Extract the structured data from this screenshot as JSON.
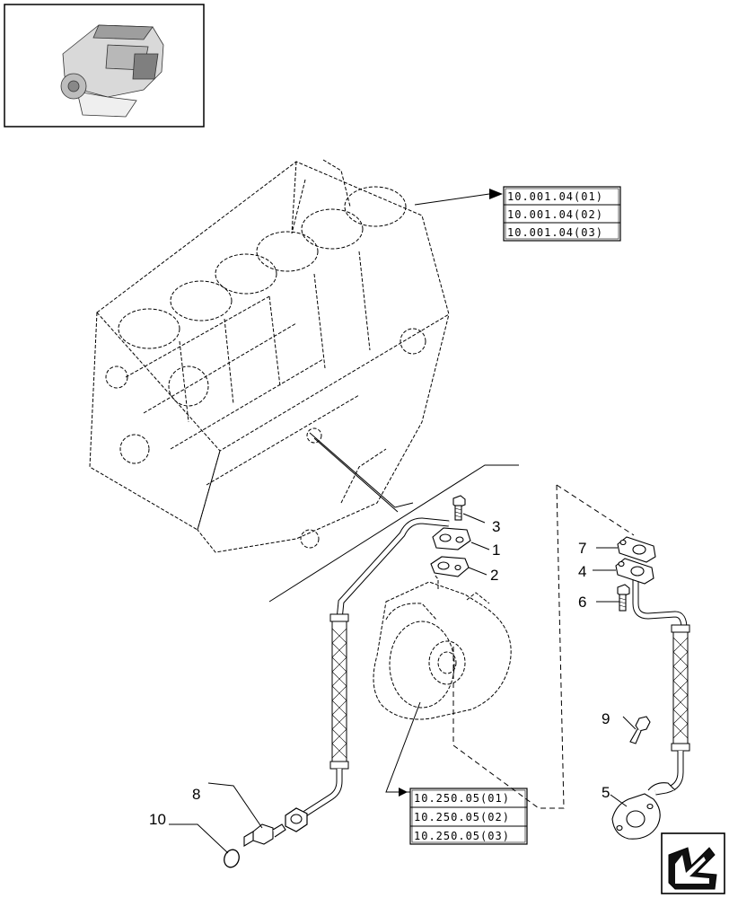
{
  "references": {
    "engine_block": [
      "10.001.04(01)",
      "10.001.04(02)",
      "10.001.04(03)"
    ],
    "turbocharger": [
      "10.250.05(01)",
      "10.250.05(02)",
      "10.250.05(03)"
    ]
  },
  "callouts": {
    "c1": "1",
    "c2": "2",
    "c3": "3",
    "c4": "4",
    "c5": "5",
    "c6": "6",
    "c7": "7",
    "c8": "8",
    "c9": "9",
    "c10": "10"
  },
  "icons": {
    "thumbnail": "engine-thumbnail-icon",
    "navigation": "next-page-arrow-icon"
  }
}
